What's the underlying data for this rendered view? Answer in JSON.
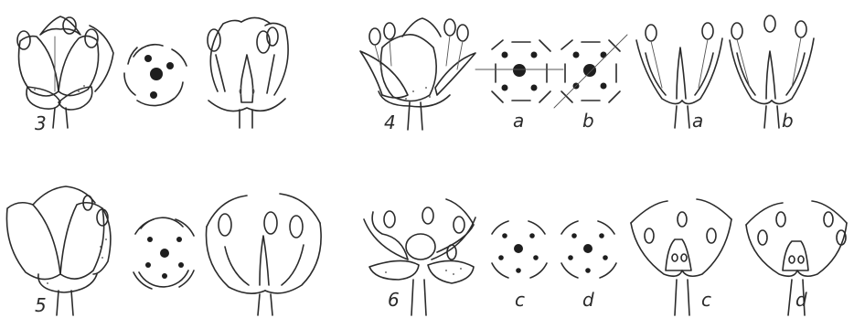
{
  "labels": {
    "fig3": "3",
    "fig4": "4",
    "fig4a_diagram": "a",
    "fig4b_diagram": "b",
    "fig4a_section": "a",
    "fig4b_section": "b",
    "fig5": "5",
    "fig6": "6",
    "fig6c_diagram": "c",
    "fig6d_diagram": "d",
    "fig6c_section": "c",
    "fig6d_section": "d"
  }
}
